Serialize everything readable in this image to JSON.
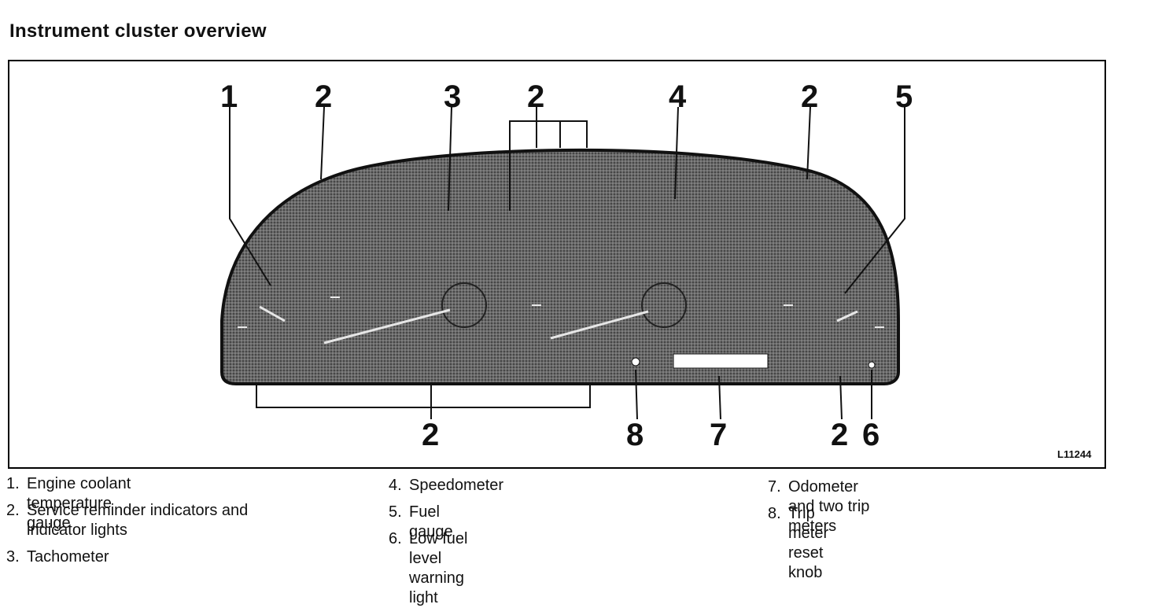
{
  "title": "Instrument cluster overview",
  "figure": {
    "code": "L11244",
    "callouts": {
      "c1": "1",
      "c2_top_left": "2",
      "c3": "3",
      "c2_top_center": "2",
      "c4": "4",
      "c2_top_right": "2",
      "c5": "5",
      "c2_bottom_left": "2",
      "c8": "8",
      "c7": "7",
      "c2_bottom_right": "2",
      "c6": "6"
    }
  },
  "legend": [
    {
      "num": "1.",
      "text": "Engine coolant temperature gauge"
    },
    {
      "num": "2.",
      "text": "Service reminder indicators and indicator lights"
    },
    {
      "num": "3.",
      "text": "Tachometer"
    },
    {
      "num": "4.",
      "text": "Speedometer"
    },
    {
      "num": "5.",
      "text": "Fuel gauge"
    },
    {
      "num": "6.",
      "text": "Low fuel level warning light"
    },
    {
      "num": "7.",
      "text": "Odometer and two trip meters"
    },
    {
      "num": "8.",
      "text": "Trip meter reset knob"
    }
  ]
}
